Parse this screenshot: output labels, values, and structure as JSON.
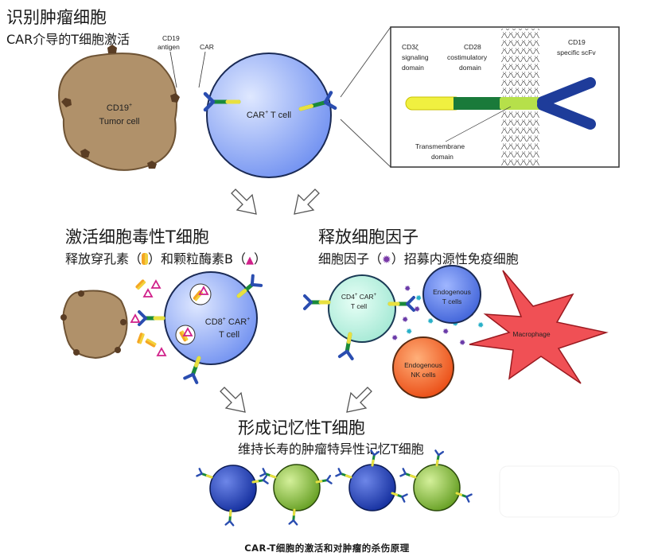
{
  "sections": {
    "recognize": {
      "title": "识别肿瘤细胞",
      "subtitle": "CAR介导的T细胞激活"
    },
    "cytotoxic": {
      "title": "激活细胞毒性T细胞",
      "subtitle_a": "释放穿孔素（",
      "subtitle_b": "）和颗粒酶素B（",
      "subtitle_c": "）"
    },
    "cytokine": {
      "title": "释放细胞因子",
      "subtitle_a": "细胞因子（",
      "subtitle_b": "）招募内源性免疫细胞"
    },
    "memory": {
      "title": "形成记忆性T细胞",
      "subtitle": "维持长寿的肿瘤特异性记忆T细胞"
    }
  },
  "labels": {
    "cd19_antigen_1": "CD19",
    "cd19_antigen_2": "antigen",
    "car": "CAR",
    "tumor_1": "CD19",
    "tumor_sup": "+",
    "tumor_2": "Tumor cell",
    "cart_1": "CAR",
    "cart_sup": "+",
    "cart_2": " T cell",
    "cd3_1": "CD3ζ",
    "cd3_2": "signaling",
    "cd3_3": "domain",
    "cd28_1": "CD28",
    "cd28_2": "costimulatory",
    "cd28_3": "domain",
    "scfv_1": "CD19",
    "scfv_2": "specific scFv",
    "tm_1": "Transmembrane",
    "tm_2": "domain",
    "cd8_1": "CD8",
    "cd8_sup": "+",
    "cd8_2": " CAR",
    "cd8_sup2": "+",
    "cd8_3": "T cell",
    "cd4_1": "CD4",
    "cd4_sup": "+",
    "cd4_2": " CAR",
    "cd4_sup2": "+",
    "cd4_3": "T cell",
    "endo_t_1": "Endogenous",
    "endo_t_2": "T cells",
    "endo_nk_1": "Endogenous",
    "endo_nk_2": "NK cells",
    "macrophage": "Macrophage"
  },
  "caption": "CAR-T细胞的激活和对肿瘤的杀伤原理",
  "colors": {
    "tumor": "#b0916a",
    "cart_blue": "#7f9ef0",
    "cd4_cyan": "#a8ecd8",
    "endo_t": "#5a7de6",
    "endo_nk": "#f06a2a",
    "macrophage": "#f05055",
    "memory_blue": "#1c3bb0",
    "memory_green": "#7aa82c"
  }
}
